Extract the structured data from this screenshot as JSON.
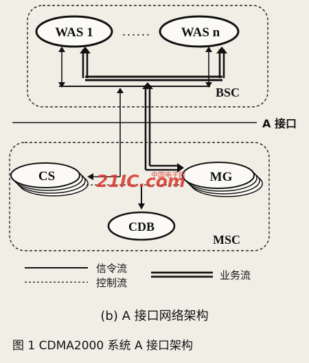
{
  "nodes": {
    "was1": "WAS 1",
    "wasn": "WAS n",
    "ellipsis": ". . . . . .",
    "bsc": "BSC",
    "cs": "CS",
    "mg": "MG",
    "cdb": "CDB",
    "msc": "MSC"
  },
  "interface_label": "A 接口",
  "legend": {
    "signaling": "信令流",
    "traffic": "业务流",
    "control": "控制流"
  },
  "subcaption": "(b) A 接口网络架构",
  "figure_caption": "图 1  CDMA2000 系统 A 接口架构",
  "watermark": "21IC.com 中国电子网"
}
